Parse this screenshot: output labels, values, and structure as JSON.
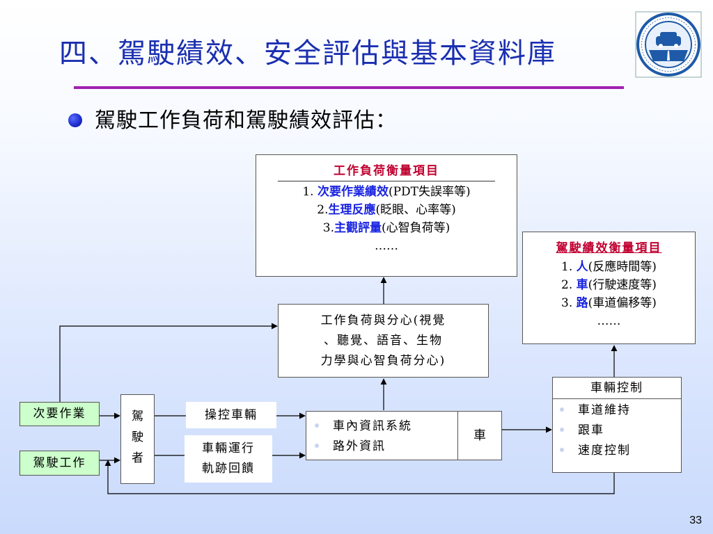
{
  "slide": {
    "title": "四、駕駛績效、安全評估與基本資料庫",
    "bullet": "駕駛工作負荷和駕駛績效評估：",
    "page_number": "33",
    "title_color": "#1a2fb0",
    "rule_color": "#a020b0",
    "bullet_icon": "blue-sphere-bullet",
    "logo_icon": "institute-seal-logo"
  },
  "workload_box": {
    "title": "工作負荷衡量項目",
    "items": [
      {
        "num": "1. ",
        "key": "次要作業績效",
        "rest": "(PDT失誤率等)"
      },
      {
        "num": "2.",
        "key": "生理反應",
        "rest": "(眨眼、心率等)"
      },
      {
        "num": "3.",
        "key": "主觀評量",
        "rest": "(心智負荷等)"
      }
    ],
    "more": "……"
  },
  "performance_box": {
    "title": "駕駛績效衡量項目",
    "items": [
      {
        "num": "1. ",
        "key": "人",
        "rest": "(反應時間等)"
      },
      {
        "num": "2. ",
        "key": "車",
        "rest": "(行駛速度等)"
      },
      {
        "num": "3. ",
        "key": "路",
        "rest": "(車道偏移等)"
      }
    ],
    "more": "……"
  },
  "distraction_box": {
    "lines": [
      "工作負荷與分心(視覺",
      "、聽覺、語音、生物",
      "力學與心智負荷分心)"
    ]
  },
  "secondary_task": "次要作業",
  "driving_task": "駕駛工作",
  "driver": [
    "駕",
    "駛",
    "者"
  ],
  "control_vehicle": "操控車輛",
  "feedback": [
    "車輛運行",
    "軌跡回饋"
  ],
  "info_system": [
    "車內資訊系統",
    "路外資訊"
  ],
  "vehicle": "車",
  "vehicle_control": {
    "title": "車輛控制",
    "items": [
      "車道維持",
      "跟車",
      "速度控制"
    ]
  }
}
